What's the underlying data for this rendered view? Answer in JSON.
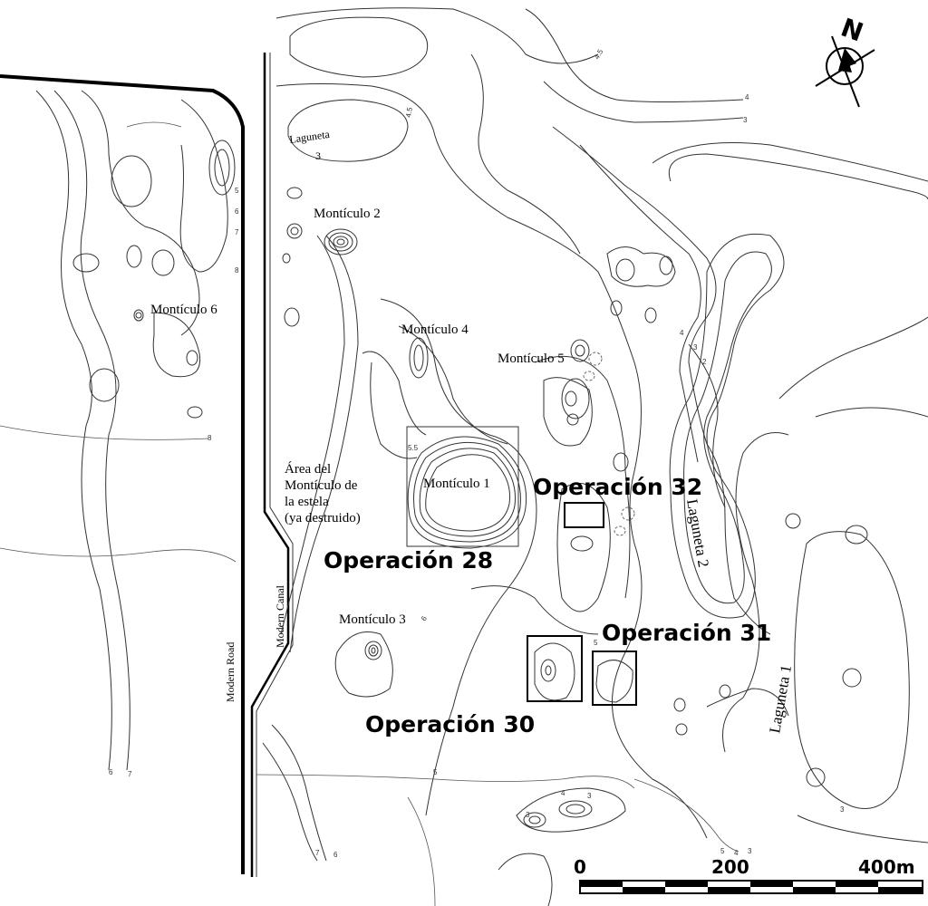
{
  "labels": {
    "monticulo_1": "Montículo 1",
    "monticulo_2": "Montículo 2",
    "monticulo_3": "Montículo 3",
    "monticulo_4": "Montículo 4",
    "monticulo_5": "Montículo 5",
    "monticulo_6": "Montículo 6",
    "laguneta_1": "Laguneta 1",
    "laguneta_2": "Laguneta 2",
    "laguneta_3_line1": "Laguneta",
    "laguneta_3_line2": "3",
    "estela_line1": "Área del",
    "estela_line2": "Montículo de",
    "estela_line3": "la estela",
    "estela_line4": "(ya destruido)",
    "modern_road": "Modern Road",
    "modern_canal": "Modern Canal"
  },
  "operations": {
    "op28": "Operación 28",
    "op30": "Operación 30",
    "op31": "Operación 31",
    "op32": "Operación 32"
  },
  "contour_labels": {
    "c4_5_top": "4.5",
    "c4_5_lag3": "4.5",
    "c4_right": "4",
    "c3_right": "3",
    "c5_left": "5",
    "c6_left": "6",
    "c7_left": "7",
    "c8_left": "8",
    "c8_bottom": "8",
    "c5_5": "5.5",
    "c6_mid": "6",
    "c5_mid": "5",
    "c5_bottom": "5",
    "c4_mid": "4",
    "c3_r2": "3",
    "c2_r2": "2",
    "c3_pond": "3",
    "c4_pond": "4",
    "c3_pond2": "3",
    "c5_br": "5",
    "c4_br": "4",
    "c3_br": "3",
    "c3_lag1": "3",
    "c6_bl": "6",
    "c7_bl": "7",
    "c7_bottom": "7",
    "c6_bottom": "6"
  },
  "north_arrow": {
    "label": "N",
    "icon": "north-arrow-icon"
  },
  "scale_bar": {
    "tick_0": "0",
    "tick_200": "200",
    "tick_400": "400m"
  }
}
